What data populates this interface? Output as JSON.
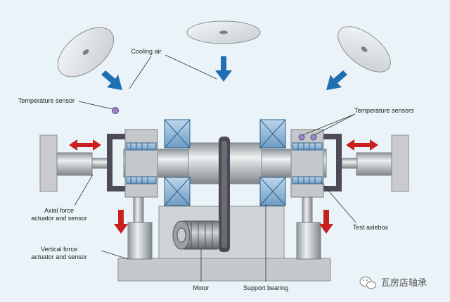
{
  "labels": {
    "cooling_air": "Cooling air",
    "temperature_sensor": "Temperature sensor",
    "temperature_sensors": "Temperature sensors",
    "axial_force_line1": "Axial force",
    "axial_force_line2": "actuator and sensor",
    "vertical_force_line1": "Vertical force",
    "vertical_force_line2": "actuator and sensor",
    "test_axlebox": "Test axlebox",
    "motor": "Motor",
    "support_bearing": "Support bearing"
  },
  "watermark": {
    "text": "瓦房店轴承"
  },
  "colors": {
    "background": "#e9f3f8",
    "frame_grey": "#c9ccce",
    "shaft_grey": "#bfc3c6",
    "blue_arrow": "#1f6fb2",
    "red_arrow": "#c8201e",
    "bearing_blue": "#8db7d6",
    "belt": "#4a4a52",
    "sensor_dot": "#9b84c9"
  },
  "icons": [
    "fan-icon",
    "down-arrow-icon",
    "double-arrow-icon",
    "sensor-dot-icon",
    "wechat-icon"
  ]
}
